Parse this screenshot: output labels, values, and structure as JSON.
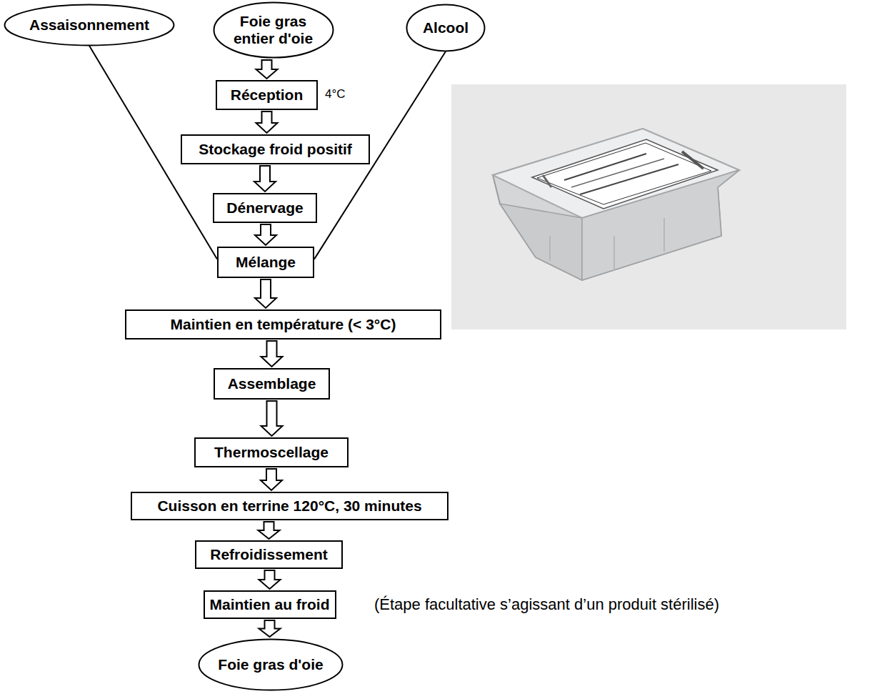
{
  "diagram": {
    "nodes": [
      {
        "text": [
          "Assaisonnement"
        ]
      },
      {
        "text": [
          "Foie gras entier d'oie"
        ]
      },
      {
        "text": [
          "Alcool"
        ]
      },
      {
        "text": [
          "Réception"
        ]
      },
      {
        "text": [
          "Stockage froid positif"
        ]
      },
      {
        "text": [
          "Dénervage"
        ]
      },
      {
        "text": [
          "Mélange"
        ]
      },
      {
        "text": [
          "Maintien en température (< 3°C)"
        ]
      },
      {
        "text": [
          "Assemblage"
        ]
      },
      {
        "text": [
          "Thermoscellage"
        ]
      },
      {
        "text": [
          "Cuisson en terrine 120°C, 30 minutes"
        ]
      },
      {
        "text": [
          "Refroidissement"
        ]
      },
      {
        "text": [
          "Maintien au froid"
        ]
      },
      {
        "text": [
          "Foie gras d'oie"
        ]
      }
    ],
    "edges": [
      {
        "from": 1,
        "to": 3,
        "arrow": "to"
      },
      {
        "from": 3,
        "to": 4,
        "arrow": "to"
      },
      {
        "from": 4,
        "to": 5,
        "arrow": "to"
      },
      {
        "from": 5,
        "to": 6,
        "arrow": "to"
      },
      {
        "from": 0,
        "to": 6,
        "arrow": "none"
      },
      {
        "from": 2,
        "to": 6,
        "arrow": "none"
      },
      {
        "from": 6,
        "to": 7,
        "arrow": "to"
      },
      {
        "from": 7,
        "to": 8,
        "arrow": "to"
      },
      {
        "from": 8,
        "to": 9,
        "arrow": "to"
      },
      {
        "from": 9,
        "to": 10,
        "arrow": "to"
      },
      {
        "from": 10,
        "to": 11,
        "arrow": "to"
      },
      {
        "from": 11,
        "to": 12,
        "arrow": "to"
      },
      {
        "from": 12,
        "to": 13,
        "arrow": "to"
      }
    ],
    "labels": [
      "4°C",
      "(Étape facultative s’agissant d’un produit stérilisé)"
    ]
  }
}
